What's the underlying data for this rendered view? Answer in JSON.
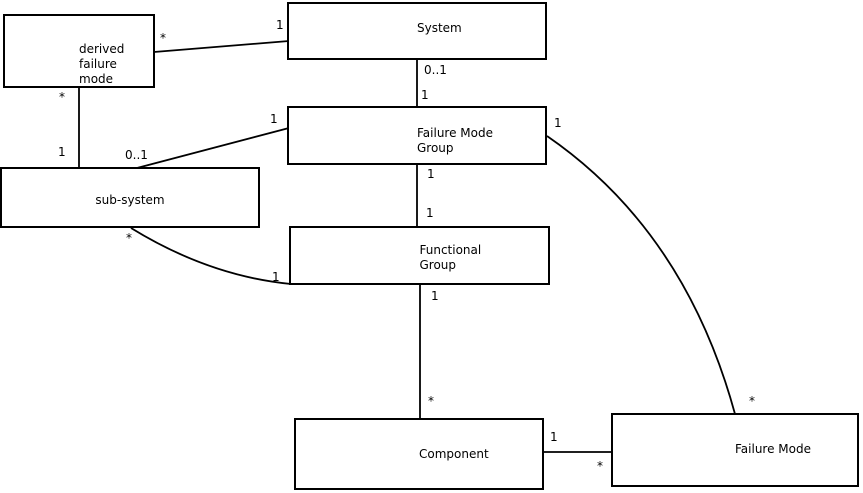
{
  "diagram_type": "uml-association-diagram",
  "colors": {
    "background": "#ffffff",
    "line": "#000000",
    "text": "#000000",
    "box_fill": "#ffffff"
  },
  "entities": {
    "derived_failure_mode": {
      "lines": [
        "derived",
        "failure",
        "mode"
      ]
    },
    "system": {
      "label": "System"
    },
    "failure_mode_group": {
      "lines": [
        "Failure Mode",
        "Group"
      ]
    },
    "sub_system": {
      "label": "sub-system"
    },
    "functional_group": {
      "lines": [
        "Functional",
        "Group"
      ]
    },
    "component": {
      "label": "Component"
    },
    "failure_mode": {
      "label": "Failure Mode"
    }
  },
  "relations": [
    {
      "from": "derived failure mode",
      "to": "System",
      "from_mult": "*",
      "to_mult": "1"
    },
    {
      "from": "derived failure mode",
      "to": "sub-system",
      "from_mult": "*",
      "to_mult": "1"
    },
    {
      "from": "System",
      "to": "Failure Mode Group",
      "from_mult": "0..1",
      "to_mult": "1"
    },
    {
      "from": "sub-system",
      "to": "Failure Mode Group",
      "from_mult": "0..1",
      "to_mult": "1"
    },
    {
      "from": "Failure Mode Group",
      "to": "Functional Group",
      "from_mult": "1",
      "to_mult": "1"
    },
    {
      "from": "sub-system",
      "to": "Functional Group",
      "from_mult": "*",
      "to_mult": "1"
    },
    {
      "from": "Functional Group",
      "to": "Component",
      "from_mult": "1",
      "to_mult": "*"
    },
    {
      "from": "Component",
      "to": "Failure Mode",
      "from_mult": "1",
      "to_mult": "*"
    },
    {
      "from": "Failure Mode Group",
      "to": "Failure Mode",
      "from_mult": "1",
      "to_mult": "*"
    }
  ]
}
